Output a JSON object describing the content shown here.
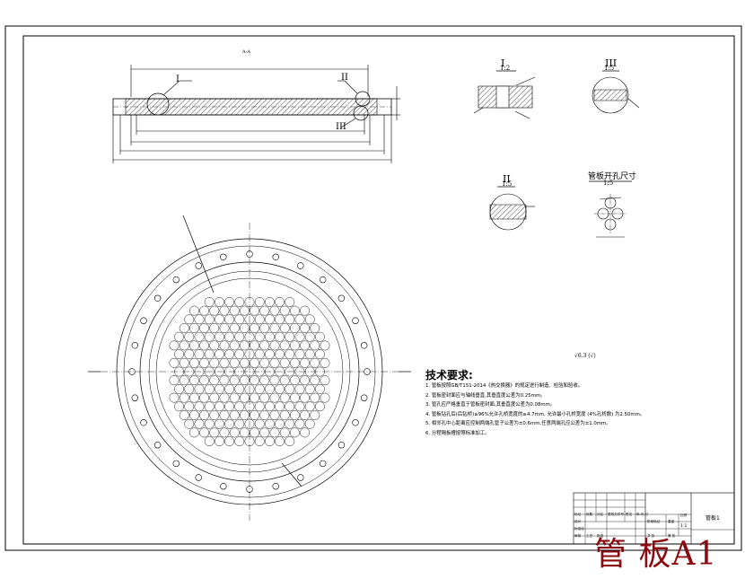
{
  "title_block": {
    "drawing_name": "管板1",
    "scale": "1:1",
    "cell_labels": [
      "标记",
      "处数",
      "分区",
      "更改文件号",
      "签名",
      "年.月.日",
      "设计",
      "标准化",
      "审核",
      "工艺",
      "批准",
      "阶段标记",
      "重量",
      "比例",
      "共 张",
      "第 张"
    ]
  },
  "watermark": "管 板A1",
  "views": {
    "section_label": "A-A",
    "detail_I": {
      "label": "I",
      "scale": "1:2"
    },
    "detail_II": {
      "label": "II",
      "scale": "1:5"
    },
    "detail_III": {
      "label": "III",
      "scale": "1:5"
    },
    "hole_detail": {
      "label": "管板开孔尺寸",
      "scale": "1:5"
    }
  },
  "roughness_note": "√6.3 (√)",
  "technical_requirements": {
    "title": "技术要求:",
    "items": [
      "1. 管板按照GB/T151-2014《热交换器》的规定进行制造、检验和验收。",
      "2. 管板密封面应与轴线垂直,其垂直度公差为0.25mm。",
      "3. 管孔应严格垂直于管板密封面,其垂直度公差为0.08mm。",
      "4. 管板钻孔后(后钻桥)≥96%允许孔桥宽度的≥4.7mm, 允许最小孔桥宽度 (4%孔桥数) 为2.50mm。",
      "5. 相邻孔中心距离应控制两端孔管子公差为±0.6mm,任意两端孔应公差为±1.0mm。",
      "6. 分程隔板槽按照标准加工。"
    ]
  }
}
